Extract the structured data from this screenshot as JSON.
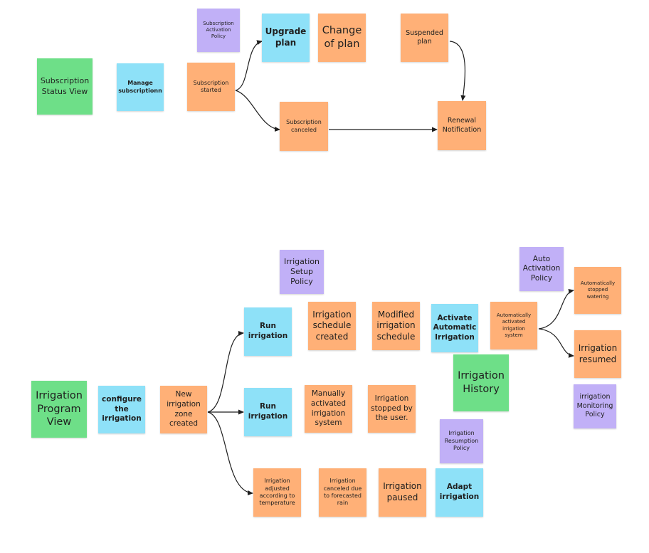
{
  "subscription": {
    "status_view": "Subscription\nStatus View",
    "manage": "Manage\nsubscriptionn",
    "activation_policy": "Subscription\nActivation\nPolicy",
    "started": "Subscription\nstarted",
    "upgrade": "Upgrade\nplan",
    "change": "Change\nof plan",
    "suspended": "Suspended\nplan",
    "canceled": "Subscription\ncanceled",
    "renewal": "Renewal\nNotification"
  },
  "irrigation": {
    "setup_policy": "Irrigation\nSetup\nPolicy",
    "auto_activation_policy": "Auto\nActivation\nPolicy",
    "auto_stopped": "Automatically\nstopped\nwatering",
    "run_1": "Run\nirrigation",
    "schedule_created": "Irrigation\nschedule\ncreated",
    "modified_schedule": "Modified\nirrigation\nschedule",
    "activate_automatic": "Activate\nAutomatic\nIrrigation",
    "auto_activated": "Automatically\nactivated\nirrigation\nsystem",
    "resumed": "Irrigation\nresumed",
    "history": "Irrigation\nHistory",
    "monitoring_policy": "irrigation\nMonitoring\nPolicy",
    "program_view": "Irrigation\nProgram\nView",
    "configure": "configure\nthe\nirrigation",
    "new_zone": "New\nirrigation\nzone\ncreated",
    "run_2": "Run\nirrigation",
    "manually_activated": "Manually\nactivated\nirrigation\nsystem",
    "stopped_by_user": "Irrigation\nstopped by\nthe user.",
    "resumption_policy": "Irrigation\nResumption\nPolicy",
    "adjusted_temperature": "Irrigation\nadjusted\naccording to\ntemperature",
    "canceled_rain": "Irrigation\ncanceled due\nto forecasted\nrain",
    "paused": "Irrigation\npaused",
    "adapt": "Adapt\nirrigation"
  },
  "colors": {
    "green": "#6edf88",
    "blue": "#8ee1f8",
    "orange": "#ffb077",
    "purple": "#c1b0f7",
    "connector": "#1f1f1f"
  }
}
